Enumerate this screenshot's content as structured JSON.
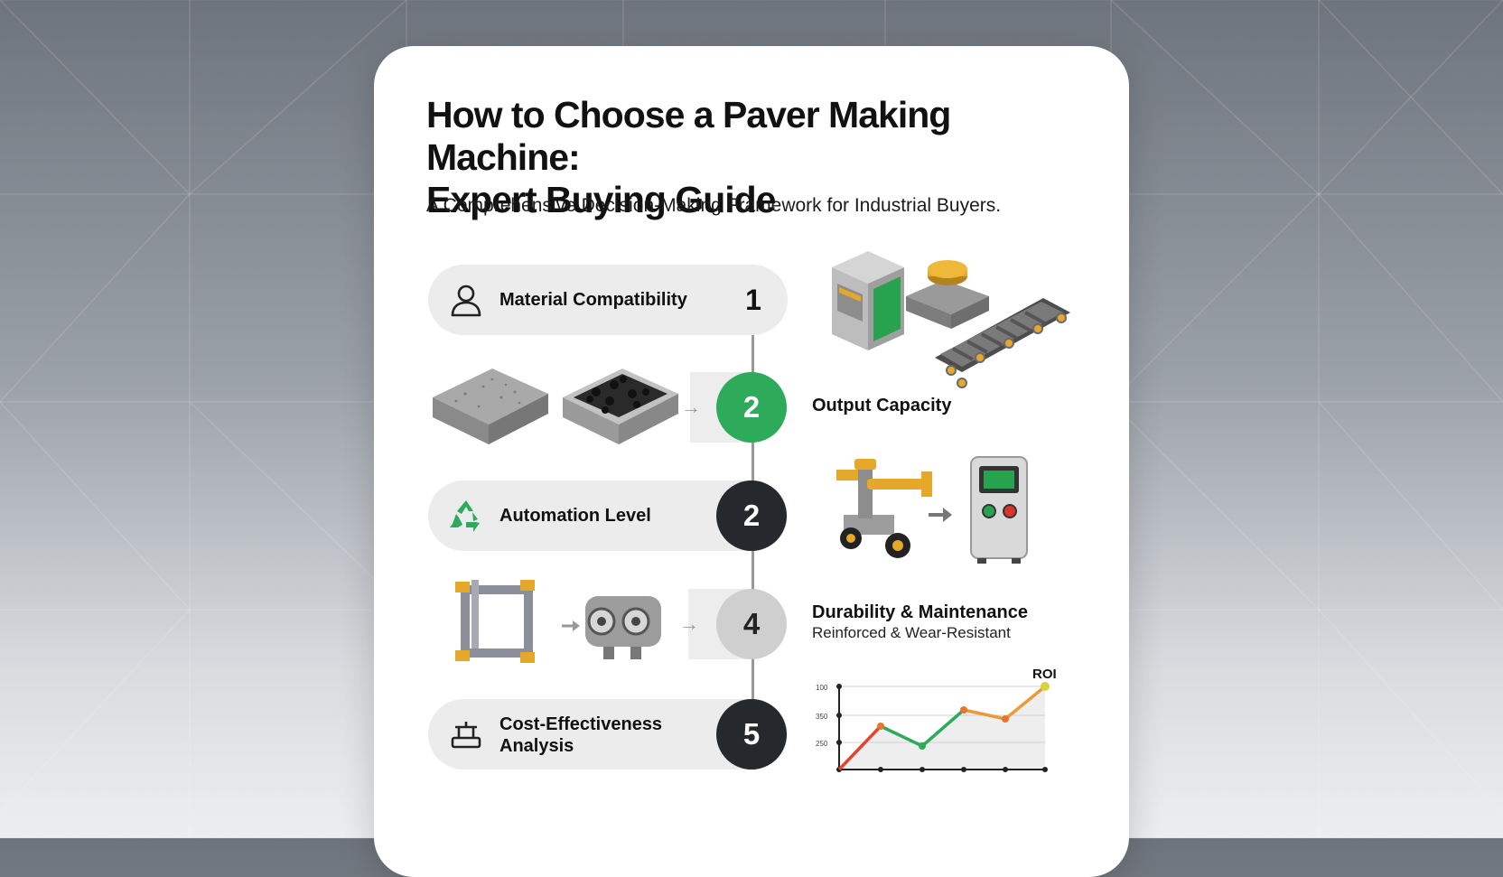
{
  "header": {
    "title_line1": "How to Choose a Paver Making Machine:",
    "title_line2": "Expert Buying Guide",
    "subtitle": "A Comprehensive Decision-Making Framework for Industrial Buyers."
  },
  "steps": [
    {
      "label": "Material Compatibility",
      "number": "1",
      "icon": "user-icon"
    },
    {
      "label": "Output Capacity",
      "number": "2",
      "icon": "machine-icon"
    },
    {
      "label": "Automation Level",
      "number": "2",
      "icon": "recycle-icon"
    },
    {
      "label": "Durability & Maintenance",
      "sublabel": "Reinforced & Wear-Resistant",
      "number": "4",
      "icon": "frame-icon"
    },
    {
      "label_line1": "Cost-Effectiveness",
      "label_line2": "Analysis",
      "number": "5",
      "icon": "scale-icon"
    }
  ],
  "roi_chart": {
    "label": "ROI",
    "ytick1": "100",
    "ytick2": "350",
    "ytick3": "250"
  },
  "colors": {
    "green": "#2eab5a",
    "dark": "#25282c",
    "gray_circle": "#cfcfcf",
    "pill_bg": "#ececec",
    "accent_yellow": "#e6a82a",
    "orange": "#e8742f"
  }
}
